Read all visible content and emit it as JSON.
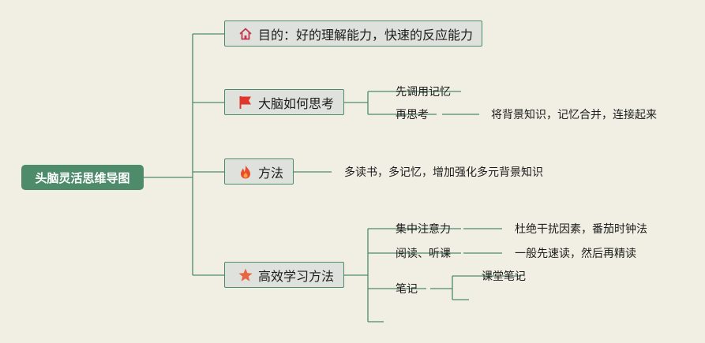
{
  "root": {
    "label": "头脑灵活思维导图"
  },
  "branches": [
    {
      "label": "目的：好的理解能力，快速的反应能力",
      "icon": "home-icon"
    },
    {
      "label": "大脑如何思考",
      "icon": "flag-icon",
      "children": [
        {
          "label": "先调用记忆"
        },
        {
          "label": "再思考",
          "children": [
            {
              "label": "将背景知识，记忆合并，连接起来"
            }
          ]
        }
      ]
    },
    {
      "label": "方法",
      "icon": "fire-icon",
      "children": [
        {
          "label": "多读书，多记忆，增加强化多元背景知识"
        }
      ]
    },
    {
      "label": "高效学习方法",
      "icon": "star-icon",
      "children": [
        {
          "label": "集中注意力",
          "children": [
            {
              "label": "杜绝干扰因素，番茄时钟法"
            }
          ]
        },
        {
          "label": "阅读、听课",
          "children": [
            {
              "label": "一般先速读，然后再精读"
            }
          ]
        },
        {
          "label": "笔记",
          "children": [
            {
              "label": "课堂笔记"
            },
            {
              "label": ""
            }
          ]
        },
        {
          "label": ""
        }
      ]
    }
  ],
  "colors": {
    "line": "#4d8b6b",
    "root_bg": "#4d8b6b",
    "node_bg": "#dfe1dc",
    "background": "#f1efe4"
  }
}
